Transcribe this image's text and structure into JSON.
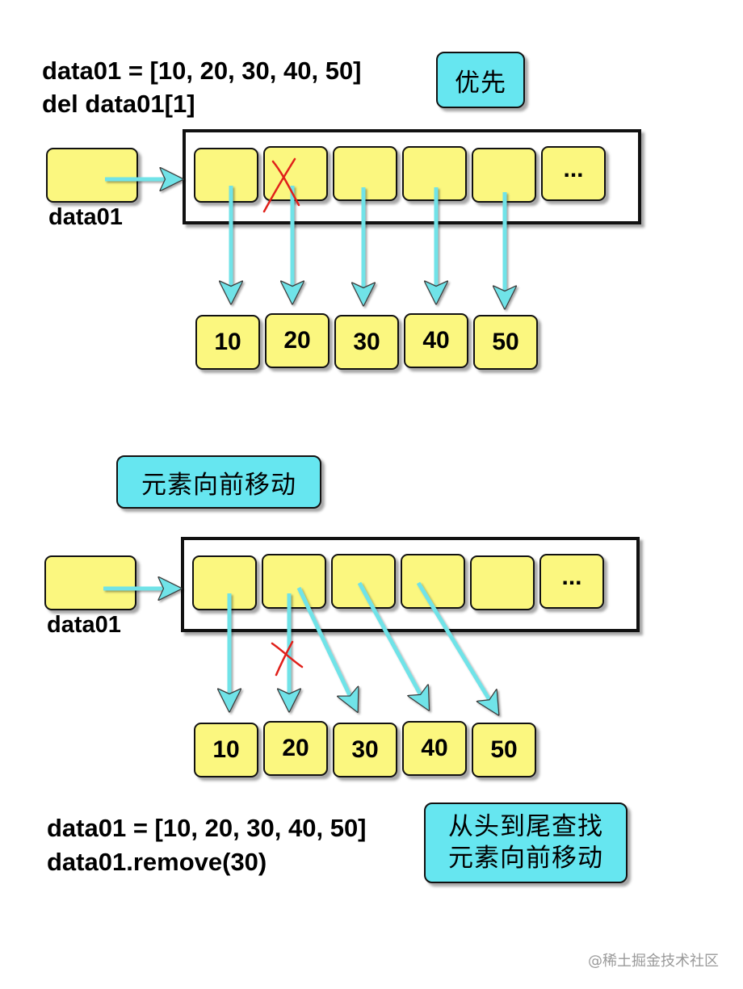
{
  "top": {
    "code_line1": "data01 = [10, 20, 30, 40, 50]",
    "code_line2": "del data01[1]",
    "note": "优先",
    "var_label": "data01",
    "ellipsis": "...",
    "values": [
      "10",
      "20",
      "30",
      "40",
      "50"
    ]
  },
  "bottom": {
    "note": "元素向前移动",
    "var_label": "data01",
    "ellipsis": "...",
    "values": [
      "10",
      "20",
      "30",
      "40",
      "50"
    ],
    "code_line1": "data01 = [10, 20, 30, 40, 50]",
    "code_line2": "data01.remove(30)",
    "note2_line1": "从头到尾查找",
    "note2_line2": "元素向前移动"
  },
  "watermark": "@稀土掘金技术社区",
  "colors": {
    "cell_fill": "#fbf77f",
    "note_fill": "#66e6f0",
    "arrow": "#6fe3e8",
    "cross": "#e0201a"
  }
}
